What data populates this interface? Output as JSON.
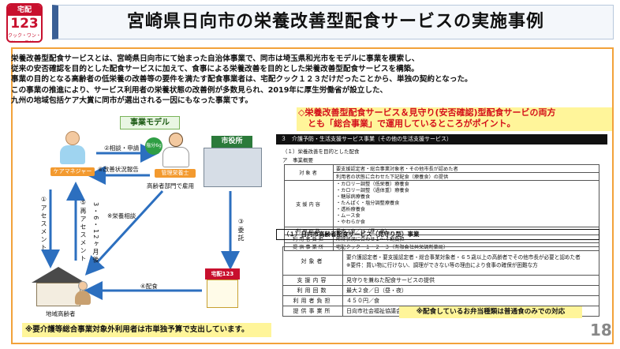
{
  "logo": {
    "top": "宅配",
    "main": "123",
    "bottom": "クック・ワン・ツー・スリー"
  },
  "title": "宮崎県日向市の栄養改善型配食サービスの実施事例",
  "intro": [
    "栄養改善型配食サービスとは、宮崎県日向市にて始まった自治体事業で、同市は埼玉県和光市をモデルに事業を模索し、",
    "従来の安否確認を目的とした配食サービスに加えて、食事による栄養改善を目的とした栄養改善型配食サービスを構築。",
    "事業の目的となる高齢者の低栄養の改善等の要件を満たす配食事業者は、宅配クック１２３だけだったことから、単独の契約となった。",
    "この事業の推進により、サービス利用者の栄養状態の改善例が多数見られ、2019年に厚生労働省が設立した、",
    "九州の地域包括ケア大賞に同市が選出される一因にもなった事業です。"
  ],
  "highlight": [
    "◇栄養改善型配食サービス＆見守り(安否確認)型配食サービの両方",
    "とも「総合事業」で運用しているところがポイント。"
  ],
  "model": {
    "label": "事業モデル",
    "care_manager": "ケアマネジャー",
    "dietitian": "管理栄養士",
    "dietitian_note": "高齢者部門で雇用",
    "badge": "塩分6g",
    "city_sign": "市役所",
    "shop_sign": "宅配123",
    "elderly": "地域高齢者",
    "step1": "①アセスメント",
    "step2": "②相談・申請",
    "step3": "③委託",
    "step4": "④配食",
    "step5": "⑤再アセスメント",
    "step5_months": "3・6・12ヶ月後",
    "step6": "⑥改善状況報告",
    "nutrition": "※栄養相談"
  },
  "note_bottom": "※要介護等総合事業対象外利用者は市単独予算で支出しています。",
  "doc": {
    "header": "３　介護予防・生活支援サービス事業（その他の生活支援サービス）",
    "sub1": "（１）栄養改善を目的とした配食",
    "sub2": "ア　事業概要",
    "rows": [
      {
        "k": "対象者",
        "v": [
          "要支援認定者・総合事業対象者・その他市長が認めた者",
          "利用者の状態に合わせた下記配食（療養食）の提供"
        ]
      },
      {
        "k": "支援内容",
        "v": [
          "・カロリー調整（低栄養）療養食",
          "・カロリー調整（過体重）療養食",
          "・糖尿病療養食",
          "・たんぱく・塩分調整療養食",
          "・透析療養食",
          "・ムース食",
          "・やわらか食"
        ]
      },
      {
        "k": "利用回数",
        "v": [
          "最大２食／日（昼・夜）"
        ]
      },
      {
        "k": "利用者負担",
        "v": [
          "所得状況に合わせ１～４割負担"
        ]
      },
      {
        "k": "提供事業所",
        "v": [
          "宅配クック・１・２・３（有限会社共栄調剤薬局）"
        ]
      }
    ],
    "section2": "（１）日向市高齢者配食サービス（見守り型）事業",
    "rows2": [
      {
        "k": "対象者",
        "v": [
          "要介護認定者・要支援認定者・総合事業対象者・６５歳以上の高齢者でその他市長が必要と認めた者",
          "※要件：買い物に行けない、調理ができない等の理由により食事の確保が困難な方"
        ]
      },
      {
        "k": "支援内容",
        "v": [
          "見守りを兼ねた配食サービスの提供"
        ]
      },
      {
        "k": "利用回数",
        "v": [
          "最大２食／日（昼・夜）"
        ]
      },
      {
        "k": "利用者負担",
        "v": [
          "４５０円／食"
        ]
      },
      {
        "k": "提供事業所",
        "v": [
          "日向市社会福祉協議会または、社会福祉法人立縫の里"
        ]
      }
    ]
  },
  "meal_note": "※配食しているお弁当種類は普通食のみでの対応",
  "page": "18",
  "colors": {
    "accent": "#3a5f95",
    "border": "#f2a23a",
    "highlight": "#fff59a",
    "red": "#d4101a",
    "arrow": "#2c6fbf"
  }
}
